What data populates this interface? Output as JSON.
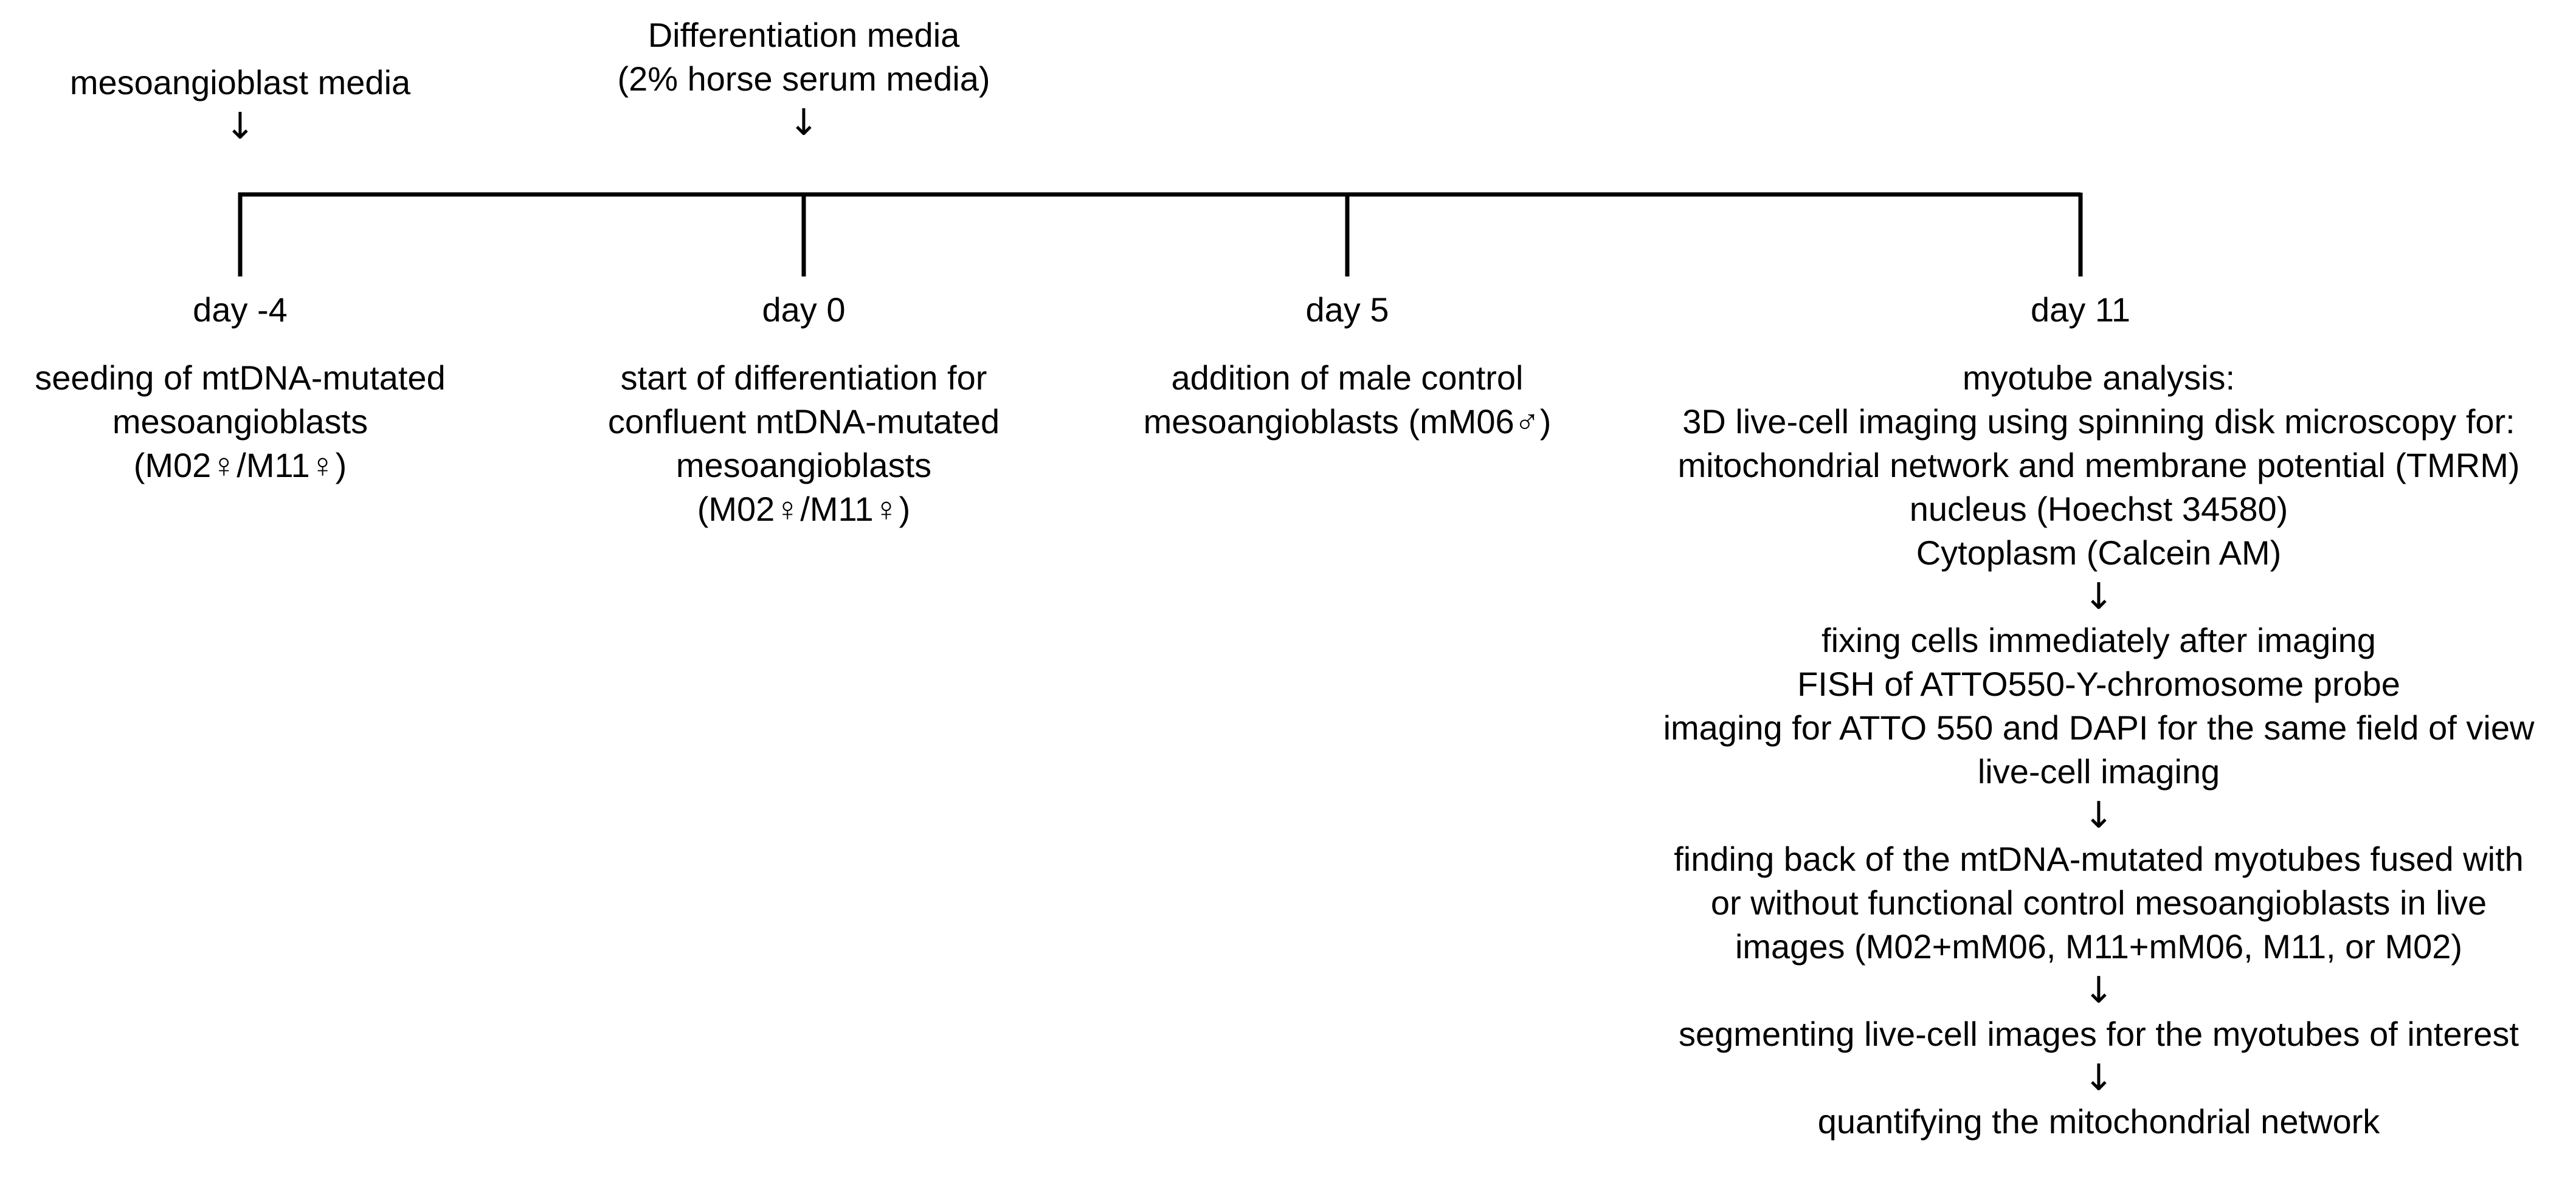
{
  "media": {
    "mesoangioblast": {
      "label": "mesoangioblast media",
      "arrow": "↓"
    },
    "differentiation": {
      "line1": "Differentiation media",
      "line2": "(2% horse serum media)",
      "arrow": "↓"
    }
  },
  "timeline": {
    "points": [
      {
        "day": "day -4",
        "description": [
          "seeding of mtDNA-mutated",
          "mesoangioblasts",
          "(M02♀/M11♀)"
        ]
      },
      {
        "day": "day 0",
        "description": [
          "start of differentiation for",
          "confluent mtDNA-mutated",
          "mesoangioblasts",
          "(M02♀/M11♀)"
        ]
      },
      {
        "day": "day 5",
        "description": [
          "addition of male control",
          "mesoangioblasts (mM06♂)"
        ]
      },
      {
        "day": "day 11",
        "description": []
      }
    ]
  },
  "analysis": {
    "step1": [
      "myotube analysis:",
      "3D live-cell imaging using spinning disk microscopy for:",
      "mitochondrial network and membrane potential (TMRM)",
      "nucleus (Hoechst 34580)",
      "Cytoplasm (Calcein AM)"
    ],
    "arrow1": "↓",
    "step2": [
      "fixing cells immediately after imaging",
      "FISH of ATTO550-Y-chromosome probe",
      "imaging for ATTO 550 and DAPI for the same field of view",
      "live-cell imaging"
    ],
    "arrow2": "↓",
    "step3": [
      "finding back of the mtDNA-mutated myotubes fused with",
      "or without functional control mesoangioblasts in live",
      "images (M02+mM06, M11+mM06, M11, or M02)"
    ],
    "arrow3": "↓",
    "step4": [
      "segmenting live-cell images for the myotubes of interest"
    ],
    "arrow4": "↓",
    "step5": [
      "quantifying the mitochondrial network"
    ]
  }
}
